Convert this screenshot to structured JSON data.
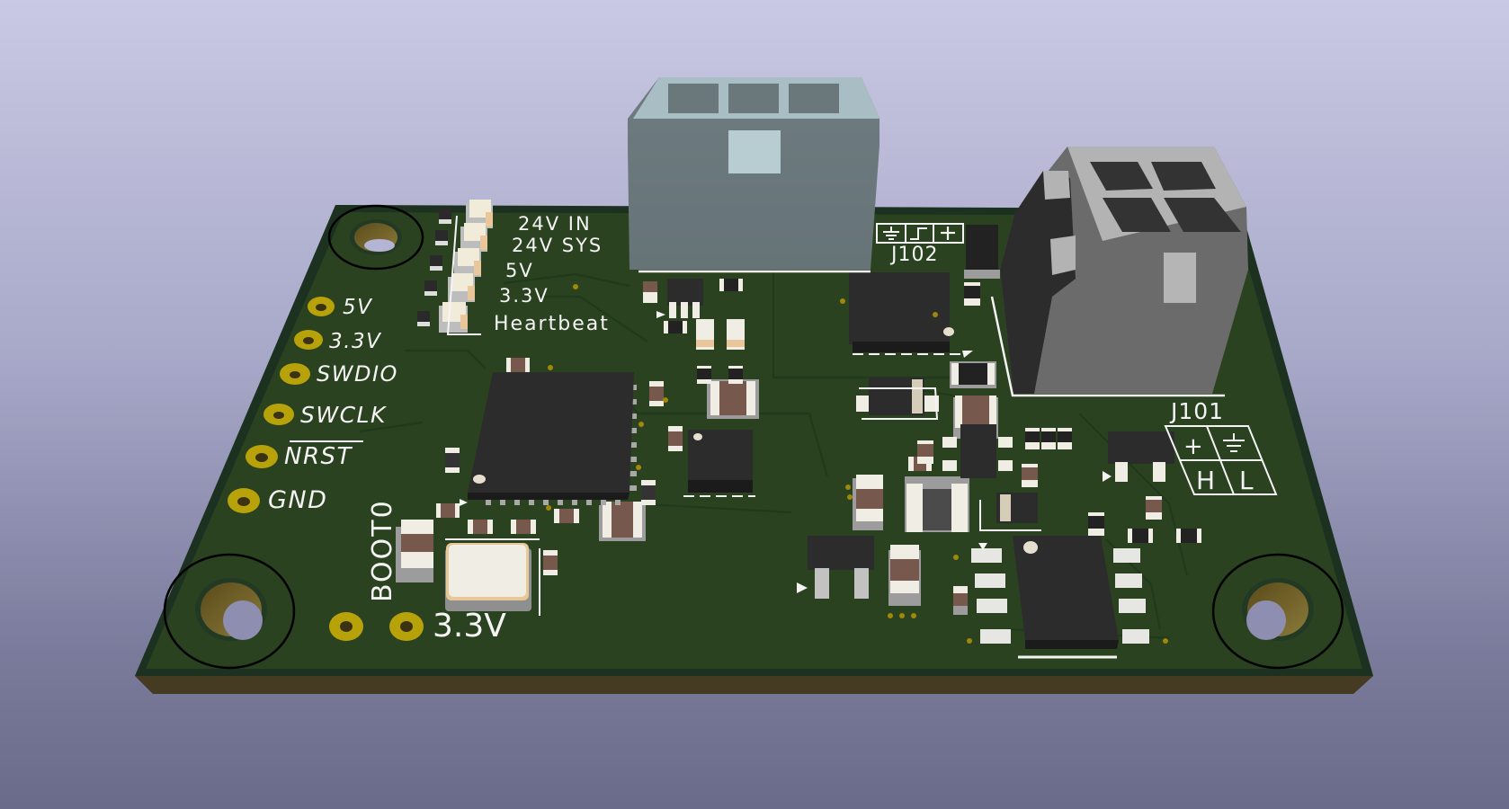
{
  "scene": {
    "type": "3D PCB render",
    "background_top": "#c9c9e4",
    "background_bottom": "#6a6a8a",
    "board_color": "#2b4220",
    "board_edge_color": "#1c3120",
    "board_side_color": "#453a22",
    "silkscreen_color": "#f4f4f4",
    "pad_color": "#b8a20a"
  },
  "led_labels": [
    "24V IN",
    "24V SYS",
    "5V",
    "3.3V",
    "Heartbeat"
  ],
  "debug_header": {
    "pins": [
      "5V",
      "3.3V",
      "SWDIO",
      "SWCLK",
      "NRST",
      "GND"
    ],
    "nrst_overline": true
  },
  "boot_jumper": {
    "label": "BOOT0",
    "pin_label": "3.3V"
  },
  "connectors": {
    "j102": {
      "ref": "J102",
      "pin_symbols": [
        "ground-symbol",
        "pulse-symbol",
        "plus-symbol"
      ],
      "pin_glyphs": [
        "⏚",
        "⎍",
        "+"
      ]
    },
    "j101": {
      "ref": "J101",
      "grid": [
        [
          "+",
          "⏚"
        ],
        [
          "H",
          "L"
        ]
      ]
    }
  }
}
